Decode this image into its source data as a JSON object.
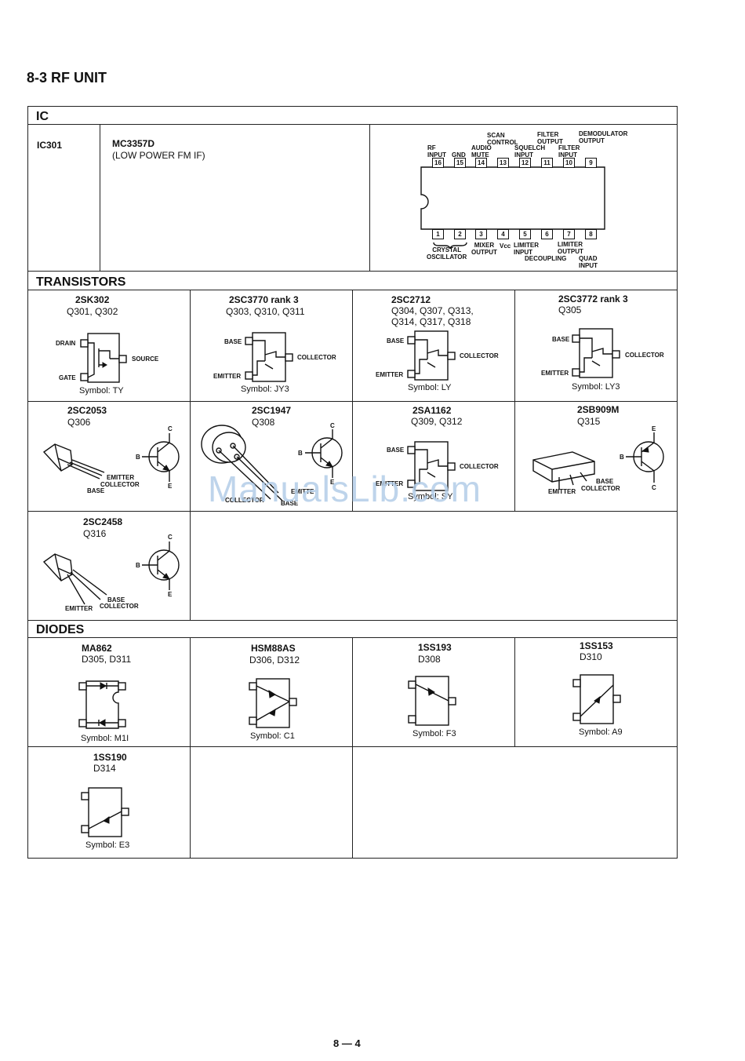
{
  "page_title": "8-3  RF UNIT",
  "page_number": "8 — 4",
  "watermark": "ManualsLib.com",
  "ic": {
    "header": "IC",
    "ref": "IC301",
    "part": "MC3357D",
    "desc": "(LOW POWER FM IF)",
    "top_pins": [
      "16",
      "15",
      "14",
      "13",
      "12",
      "11",
      "10",
      "9"
    ],
    "bottom_pins": [
      "1",
      "2",
      "3",
      "4",
      "5",
      "6",
      "7",
      "8"
    ],
    "labels": {
      "rf_input": "RF\nINPUT",
      "gnd": "GND",
      "audio_mute": "AUDIO\nMUTE",
      "scan_control": "SCAN\nCONTROL",
      "squelch_input": "SQUELCH\nINPUT",
      "filter_output": "FILTER\nOUTPUT",
      "filter_input": "FILTER\nINPUT",
      "demodulator_output": "DEMODULATOR\nOUTPUT",
      "crystal_oscillator": "CRYSTAL\nOSCILLATOR",
      "mixer_output": "MIXER\nOUTPUT",
      "vcc": "Vcc",
      "limiter_input": "LIMITER\nINPUT",
      "limiter_output": "LIMITER\nOUTPUT",
      "decoupling": "DECOUPLING",
      "quad_input": "QUAD INPUT"
    }
  },
  "transistors": {
    "header": "TRANSISTORS",
    "items": [
      {
        "part": "2SK302",
        "refs": "Q301, Q302",
        "symbol": "Symbol: TY",
        "pins": [
          "DRAIN",
          "GATE",
          "SOURCE"
        ]
      },
      {
        "part": "2SC3770 rank 3",
        "refs": "Q303, Q310, Q311",
        "symbol": "Symbol: JY3",
        "pins": [
          "BASE",
          "EMITTER",
          "COLLECTOR"
        ]
      },
      {
        "part": "2SC2712",
        "refs": "Q304, Q307, Q313,\nQ314, Q317, Q318",
        "symbol": "Symbol: LY",
        "pins": [
          "BASE",
          "EMITTER",
          "COLLECTOR"
        ]
      },
      {
        "part": "2SC3772 rank 3",
        "refs": "Q305",
        "symbol": "Symbol: LY3",
        "pins": [
          "BASE",
          "EMITTER",
          "COLLECTOR"
        ]
      },
      {
        "part": "2SC2053",
        "refs": "Q306",
        "symbol": "",
        "pins": [
          "EMITTER",
          "COLLECTOR",
          "BASE"
        ],
        "terms": [
          "C",
          "B",
          "E"
        ]
      },
      {
        "part": "2SC1947",
        "refs": "Q308",
        "symbol": "",
        "pins": [
          "EMITTE",
          "COLLECTOR",
          "BASE"
        ],
        "terms": [
          "C",
          "B",
          "E"
        ]
      },
      {
        "part": "2SA1162",
        "refs": "Q309, Q312",
        "symbol": "Symbol: SY",
        "pins": [
          "BASE",
          "EMITTER",
          "COLLECTOR"
        ]
      },
      {
        "part": "2SB909M",
        "refs": "Q315",
        "symbol": "",
        "pins": [
          "EMITTER",
          "BASE",
          "COLLECTOR"
        ],
        "terms": [
          "E",
          "B",
          "C"
        ]
      },
      {
        "part": "2SC2458",
        "refs": "Q316",
        "symbol": "",
        "pins": [
          "EMITTER",
          "BASE",
          "COLLECTOR"
        ],
        "terms": [
          "C",
          "B",
          "E"
        ]
      }
    ]
  },
  "diodes": {
    "header": "DIODES",
    "items": [
      {
        "part": "MA862",
        "refs": "D305, D311",
        "symbol": "Symbol: M1I"
      },
      {
        "part": "HSM88AS",
        "refs": "D306, D312",
        "symbol": "Symbol: C1"
      },
      {
        "part": "1SS193",
        "refs": "D308",
        "symbol": "Symbol: F3"
      },
      {
        "part": "1SS153",
        "refs": "D310",
        "symbol": "Symbol: A9"
      },
      {
        "part": "1SS190",
        "refs": "D314",
        "symbol": "Symbol: E3"
      }
    ]
  }
}
